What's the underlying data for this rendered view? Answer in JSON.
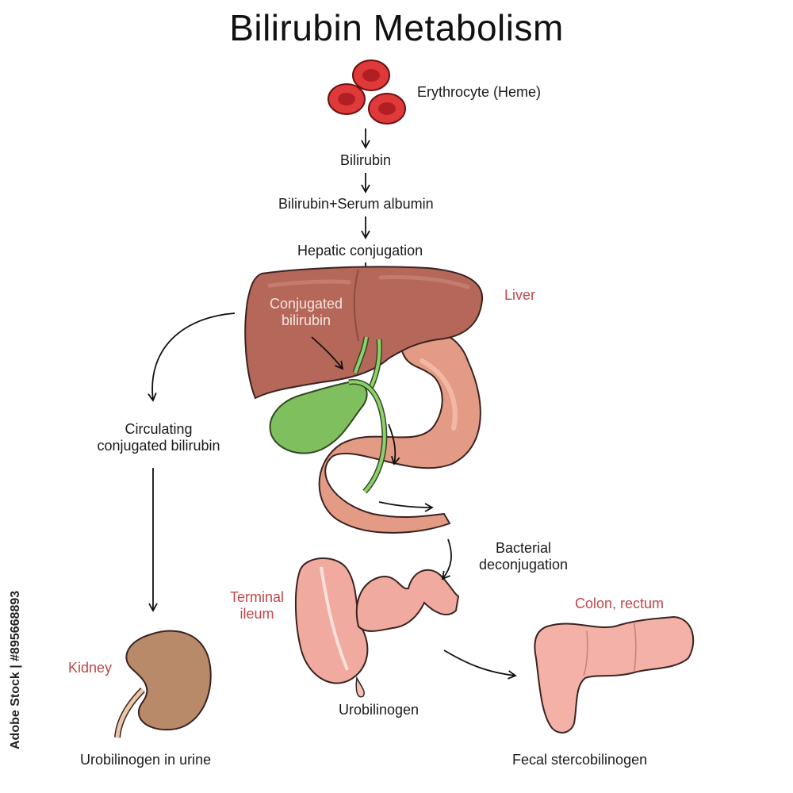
{
  "title": "Bilirubin Metabolism",
  "labels": {
    "erythrocyte": "Erythrocyte (Heme)",
    "bilirubin": "Bilirubin",
    "bilirubin_albumin": "Bilirubin+Serum albumin",
    "hepatic_conjugation": "Hepatic conjugation",
    "liver": "Liver",
    "conjugated_bilirubin_1": "Conjugated",
    "conjugated_bilirubin_2": "bilirubin",
    "circulating_1": "Circulating",
    "circulating_2": "conjugated bilirubin",
    "bacterial_1": "Bacterial",
    "bacterial_2": "deconjugation",
    "terminal_ileum_1": "Terminal",
    "terminal_ileum_2": "ileum",
    "colon_rectum": "Colon, rectum",
    "kidney": "Kidney",
    "urobilinogen": "Urobilinogen",
    "urobilinogen_urine": "Urobilinogen in urine",
    "fecal_stercobilinogen": "Fecal stercobilinogen"
  },
  "watermark": "Adobe Stock | #895668893",
  "colors": {
    "label_red": "#c0474b",
    "liver": "#b5675a",
    "stomach": "#e49b86",
    "gallbladder": "#7fbf5e",
    "intestine": "#f0aaa0",
    "kidney": "#b88a6a",
    "erythrocyte": "#e0393a"
  }
}
